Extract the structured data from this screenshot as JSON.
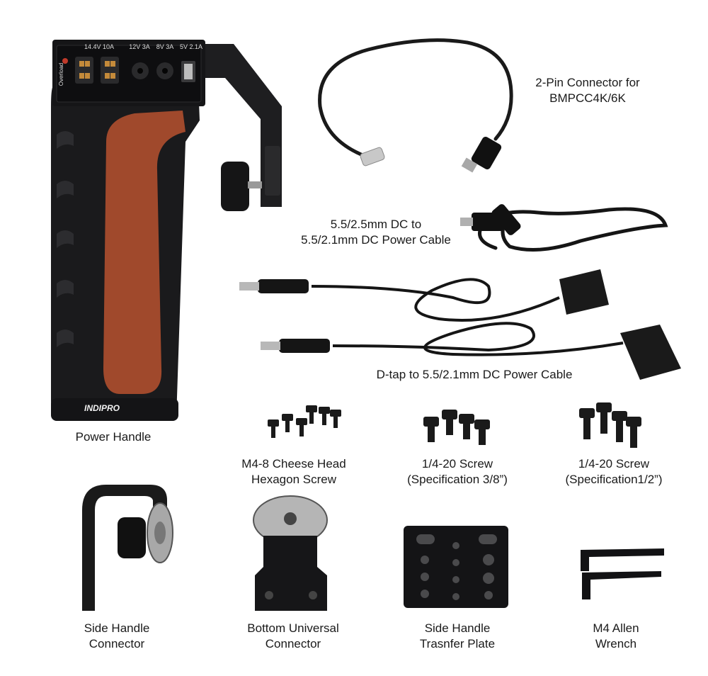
{
  "colors": {
    "background": "#ffffff",
    "metal": "#1c1c1e",
    "grip_leather": "#a0492c",
    "steel": "#b9b9b9",
    "text": "#1a1a1a"
  },
  "handle": {
    "panel_labels": [
      "14.4V 10A",
      "12V 3A",
      "8V 3A",
      "5V 2.1A"
    ],
    "overload_label": "Overload",
    "brand": "INDIPRO"
  },
  "captions": {
    "power_handle": [
      "Power Handle"
    ],
    "two_pin": [
      "2-Pin Connector for",
      "BMPCC4K/6K"
    ],
    "dc_cable": [
      "5.5/2.5mm DC to",
      "5.5/2.1mm DC Power Cable"
    ],
    "dtap_cable": [
      "D-tap to 5.5/2.1mm DC Power Cable"
    ],
    "m4_screw": [
      "M4-8 Cheese Head",
      "Hexagon Screw"
    ],
    "screw_38": [
      "1/4-20 Screw",
      "(Specification 3/8”)"
    ],
    "screw_12": [
      "1/4-20 Screw",
      "(Specification1/2”)"
    ],
    "side_handle_connector": [
      "Side Handle",
      "Connector"
    ],
    "bottom_universal": [
      "Bottom Universal",
      "Connector"
    ],
    "transfer_plate": [
      "Side Handle",
      "Trasnfer Plate"
    ],
    "allen_wrench": [
      "M4 Allen",
      "Wrench"
    ]
  }
}
